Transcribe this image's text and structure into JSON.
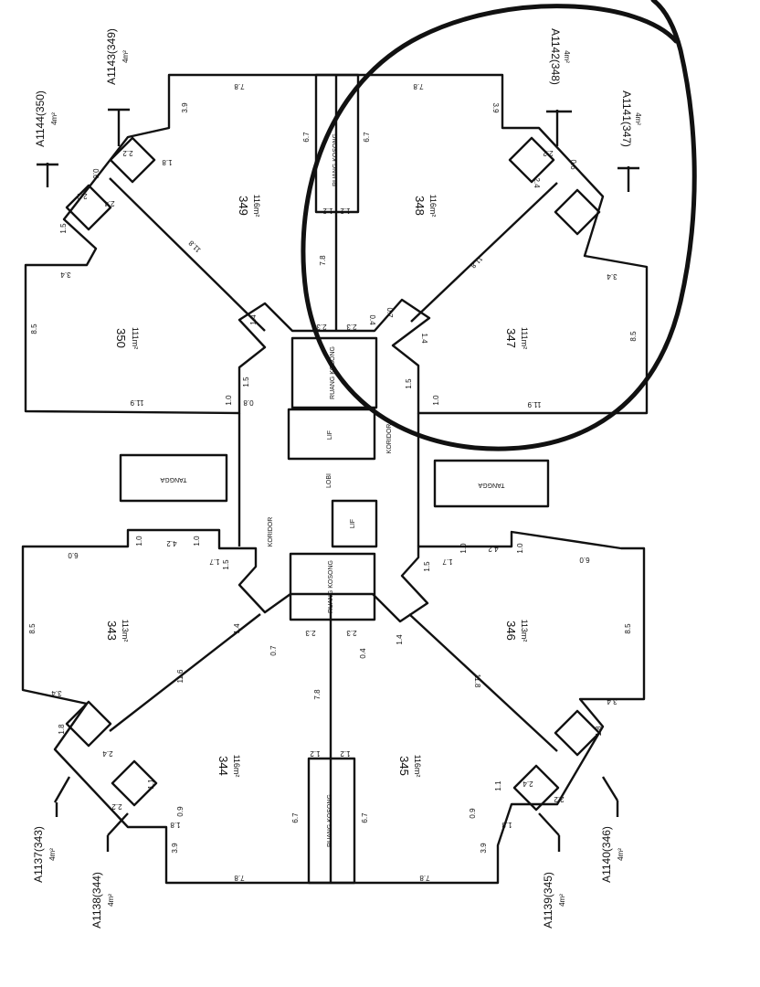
{
  "units": [
    {
      "no": "350",
      "area": "111m²"
    },
    {
      "no": "349",
      "area": "116m²"
    },
    {
      "no": "348",
      "area": "116m²"
    },
    {
      "no": "347",
      "area": "111m²"
    },
    {
      "no": "343",
      "area": "113m²"
    },
    {
      "no": "344",
      "area": "116m²"
    },
    {
      "no": "345",
      "area": "116m²"
    },
    {
      "no": "346",
      "area": "113m²"
    }
  ],
  "tags": [
    {
      "id": "A1144(350)",
      "area": "4m²"
    },
    {
      "id": "A1143(349)",
      "area": "4m²"
    },
    {
      "id": "A1142(348)",
      "area": "4m²"
    },
    {
      "id": "A1141(347)",
      "area": "4m²"
    },
    {
      "id": "A1137(343)",
      "area": "4m²"
    },
    {
      "id": "A1138(344)",
      "area": "4m²"
    },
    {
      "id": "A1139(345)",
      "area": "4m²"
    },
    {
      "id": "A1140(346)",
      "area": "4m²"
    }
  ],
  "rooms": {
    "ruang_kosong": "RUANG KOSONG",
    "lif": "LIF",
    "lobi": "LOBI",
    "koridor": "KORIDOR",
    "tangga": "TANGGA"
  },
  "dimensions": {
    "d78": "7.8",
    "d39": "3.9",
    "d67": "6.7",
    "d15": "1.5",
    "d18": "1.8",
    "d22": "2.2",
    "d24": "2.4",
    "d08": "0.8",
    "d06": "0.6",
    "d10": "1.0",
    "d14": "1.4",
    "d04": "0.4",
    "d34": "3.4",
    "d85": "8.5",
    "d119": "11.9",
    "d118": "11.8",
    "d07": "0.7",
    "d23": "2.3",
    "d12": "1.2",
    "d42": "4.2",
    "d60": "6.0",
    "d17": "1.7",
    "d116": "11.6",
    "d11": "1.1",
    "d09": "0.9"
  }
}
